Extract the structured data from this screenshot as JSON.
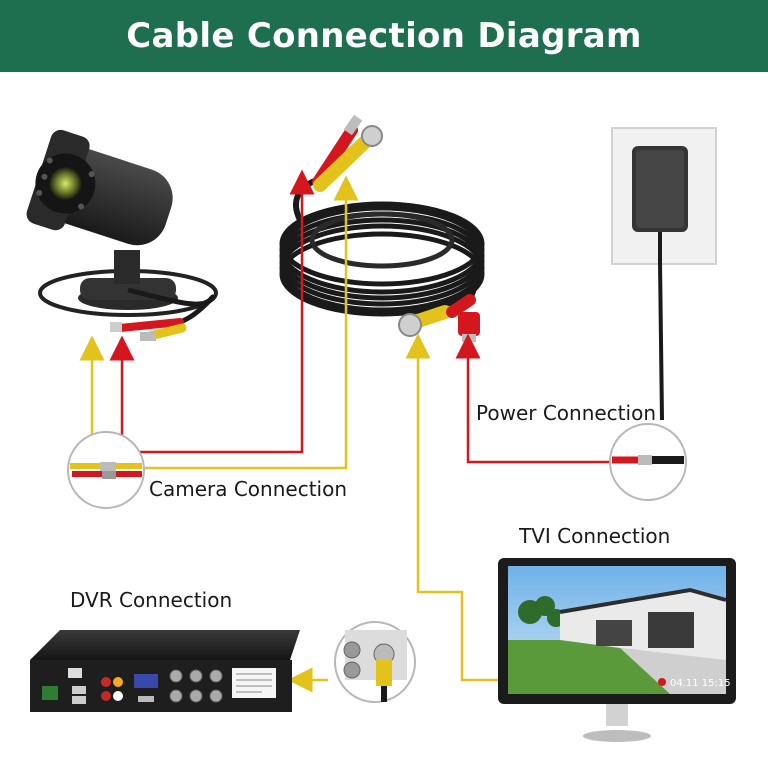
{
  "header": {
    "title": "Cable Connection Diagram"
  },
  "labels": {
    "camera_connection": "Camera Connection",
    "power_connection": "Power Connection",
    "tvi_connection": "TVI Connection",
    "dvr_connection": "DVR Connection"
  },
  "monitor": {
    "timestamp": "04.11 15:15"
  },
  "colors": {
    "header_bg": "#1e6e50",
    "video_line": "#e2c21b",
    "power_line": "#d4171e",
    "cable": "#1a1a1a"
  },
  "icons": [
    "security-camera-icon",
    "siamese-cable-reel-icon",
    "power-adapter-icon",
    "dvr-recorder-icon",
    "monitor-icon",
    "bnc-connector-icon",
    "dc-power-connector-icon"
  ]
}
